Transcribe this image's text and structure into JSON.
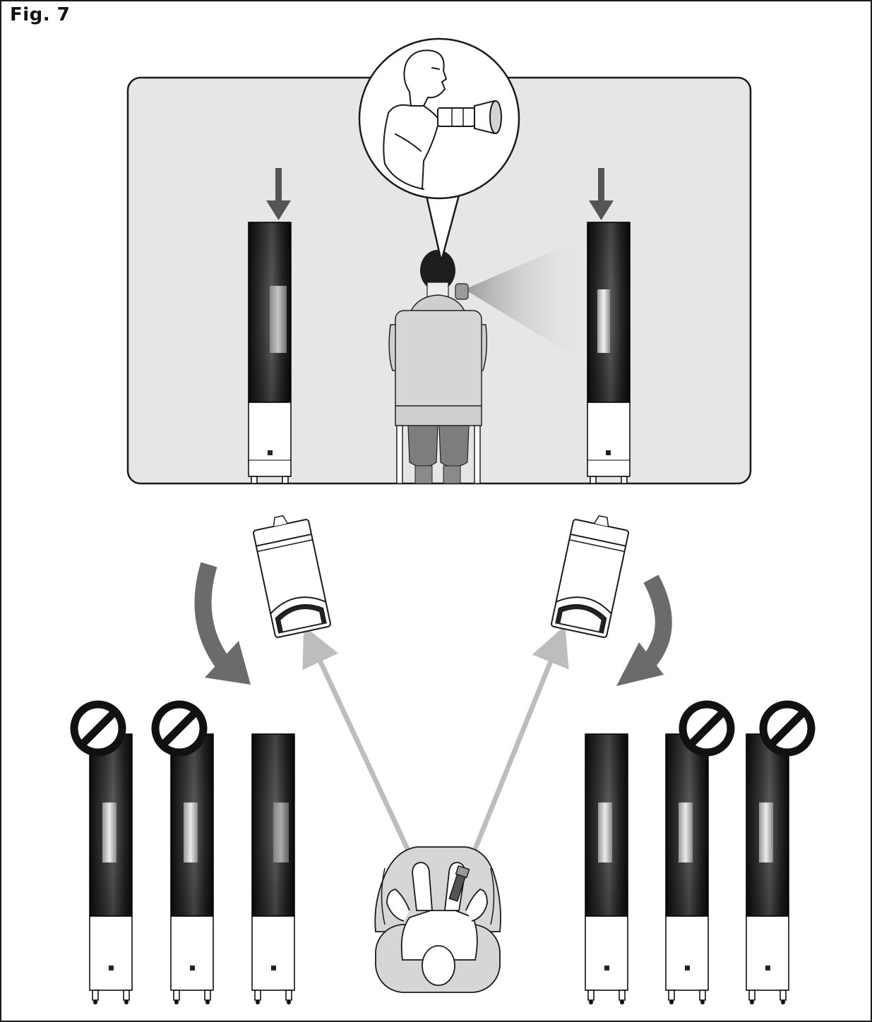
{
  "figure": {
    "label": "Fig. 7"
  },
  "colors": {
    "frame": "#1a1a1a",
    "room_background": "#e6e6e6",
    "speaker_body": "#111111",
    "speaker_base": "#ffffff",
    "arrow_dark": "#6b6b6b",
    "arrow_down": "#555555",
    "sightline_arrow": "#bdbdbd",
    "chair": "#d6d6d6",
    "prohibited_symbol": "#111111"
  },
  "illustrations": {
    "front_view": {
      "speakers": [
        "speaker-left",
        "speaker-right"
      ],
      "listener": "person-with-flashlight",
      "callout": "magnified-flashlight-detail",
      "indicators": [
        "down-arrow-left",
        "down-arrow-right"
      ]
    },
    "top_view": {
      "speakers_left": [
        {
          "status": "incorrect",
          "icon": "prohibited-icon"
        },
        {
          "status": "incorrect",
          "icon": "prohibited-icon"
        },
        {
          "status": "correct",
          "icon": ""
        }
      ],
      "speakers_right": [
        {
          "status": "correct",
          "icon": ""
        },
        {
          "status": "incorrect",
          "icon": "prohibited-icon"
        },
        {
          "status": "incorrect",
          "icon": "prohibited-icon"
        }
      ],
      "rotation_arrows": [
        "curved-arrow-left",
        "curved-arrow-right"
      ],
      "sightlines": [
        "sightline-left",
        "sightline-right"
      ]
    }
  }
}
